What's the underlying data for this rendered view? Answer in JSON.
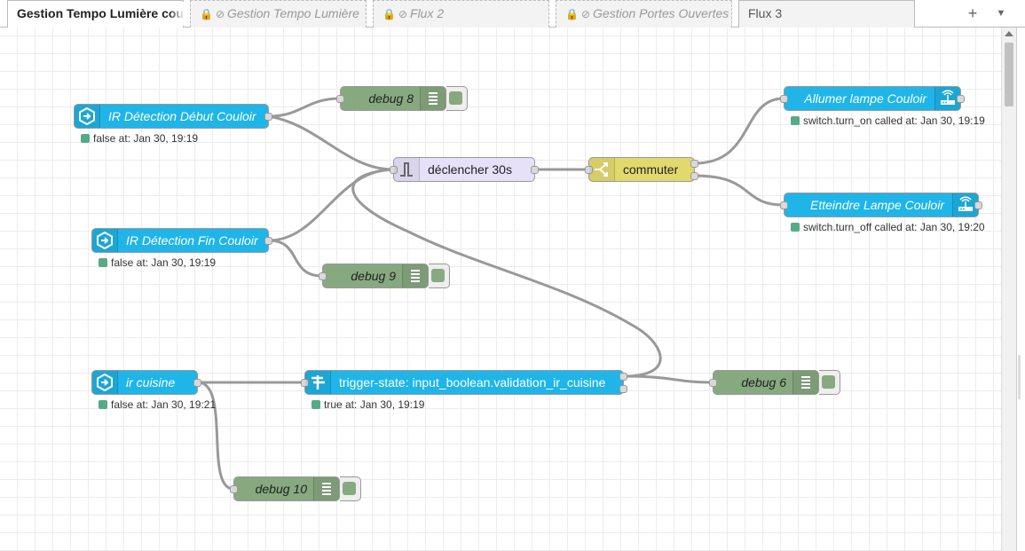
{
  "tabs": [
    {
      "label": "Gestion Tempo Lumière cou",
      "state": "active"
    },
    {
      "label": "Gestion Tempo Lumière",
      "state": "disabled"
    },
    {
      "label": "Flux 2",
      "state": "disabled"
    },
    {
      "label": "Gestion Portes Ouvertes",
      "state": "disabled"
    },
    {
      "label": "Flux 3",
      "state": "normal"
    }
  ],
  "toolbar": {
    "add_icon": "plus-icon",
    "menu_icon": "chevron-down-icon"
  },
  "colors": {
    "ha_node": "#1fb5e8",
    "debug_node": "#87a980",
    "trigger_node": "#e6e0f8",
    "switch_node": "#e2d96e",
    "wire": "#999999"
  },
  "nodes": {
    "ir_debut": {
      "label": "IR Détection Début Couloir",
      "status": "false at: Jan 30, 19:19",
      "icon": "ha-event-icon"
    },
    "ir_fin": {
      "label": "IR Détection Fin Couloir",
      "status": "false at: Jan 30, 19:19",
      "icon": "ha-event-icon"
    },
    "ir_cuisine": {
      "label": "ir cuisine",
      "status": "false at: Jan 30, 19:21",
      "icon": "ha-event-icon"
    },
    "debug8": {
      "label": "debug 8"
    },
    "debug9": {
      "label": "debug 9"
    },
    "debug10": {
      "label": "debug 10"
    },
    "debug6": {
      "label": "debug 6"
    },
    "trigger": {
      "label": "déclencher 30s",
      "icon": "trigger-icon"
    },
    "switch": {
      "label": "commuter",
      "icon": "switch-icon"
    },
    "trigger_state": {
      "label": "trigger-state: input_boolean.validation_ir_cuisine",
      "status": "true at: Jan 30, 19:19",
      "icon": "signpost-icon"
    },
    "allumer": {
      "label": "Allumer lampe Couloir",
      "status": "switch.turn_on called at: Jan 30, 19:19",
      "icon": "router-icon"
    },
    "eteindre": {
      "label": "Etteindre Lampe Couloir",
      "status": "switch.turn_off called at: Jan 30, 19:20",
      "icon": "router-icon"
    }
  }
}
